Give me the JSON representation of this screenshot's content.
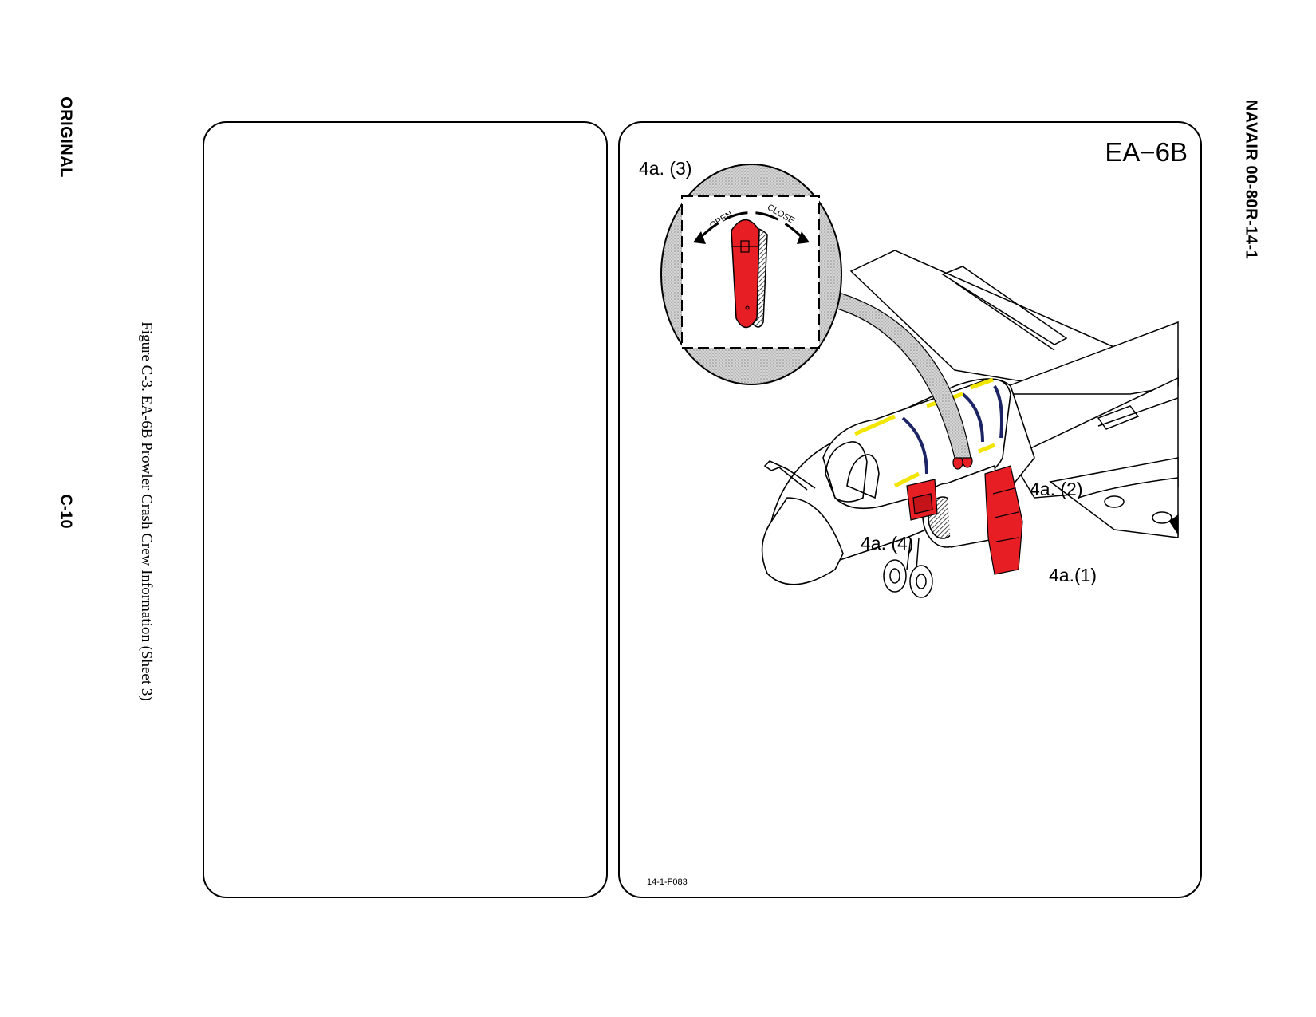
{
  "margins": {
    "left_top_label": "ORIGINAL",
    "left_page_number": "C-10",
    "right_doc_id": "NAVAIR 00-80R-14-1"
  },
  "caption": "Figure C-3.  EA-6B Prowler Crash Crew Information (Sheet 3)",
  "right_panel": {
    "title": "EA−6B",
    "illustration_id": "14-1-F083",
    "callouts": {
      "c3": "4a. (3)",
      "c2": "4a. (2)",
      "c4": "4a. (4)",
      "c1": "4a.(1)"
    },
    "handle_labels": {
      "open": "OPEN",
      "close": "CLOSE"
    }
  },
  "colors": {
    "handle_red": "#e81e25",
    "canopy_yellow": "#f2e600",
    "canopy_navy": "#1c2466",
    "inset_gray": "#c8c8c8"
  }
}
